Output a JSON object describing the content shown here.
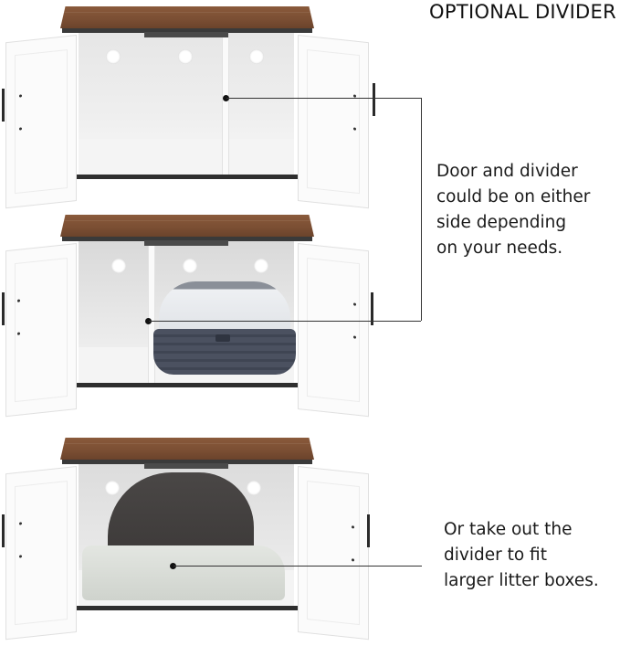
{
  "header": {
    "title": "OPTIONAL DIVIDER"
  },
  "callouts": [
    {
      "id": "divider-either-side",
      "lines": [
        "Door and divider",
        "could be on either",
        "side depending",
        "on your needs."
      ]
    },
    {
      "id": "remove-divider",
      "lines": [
        "Or take out the",
        "divider to fit",
        "larger litter boxes."
      ]
    }
  ],
  "images": [
    {
      "label": "cabinet-divider-right",
      "state": "divider on right, empty"
    },
    {
      "label": "cabinet-divider-left",
      "state": "divider on left, hooded litter box"
    },
    {
      "label": "cabinet-no-divider",
      "state": "divider removed, large litter box"
    }
  ],
  "colors": {
    "wood_top": "#7a4e33",
    "frame": "#2e2e2e",
    "cabinet_white": "#fbfbfb",
    "text": "#1a1a1a",
    "callout_line": "#333333"
  }
}
